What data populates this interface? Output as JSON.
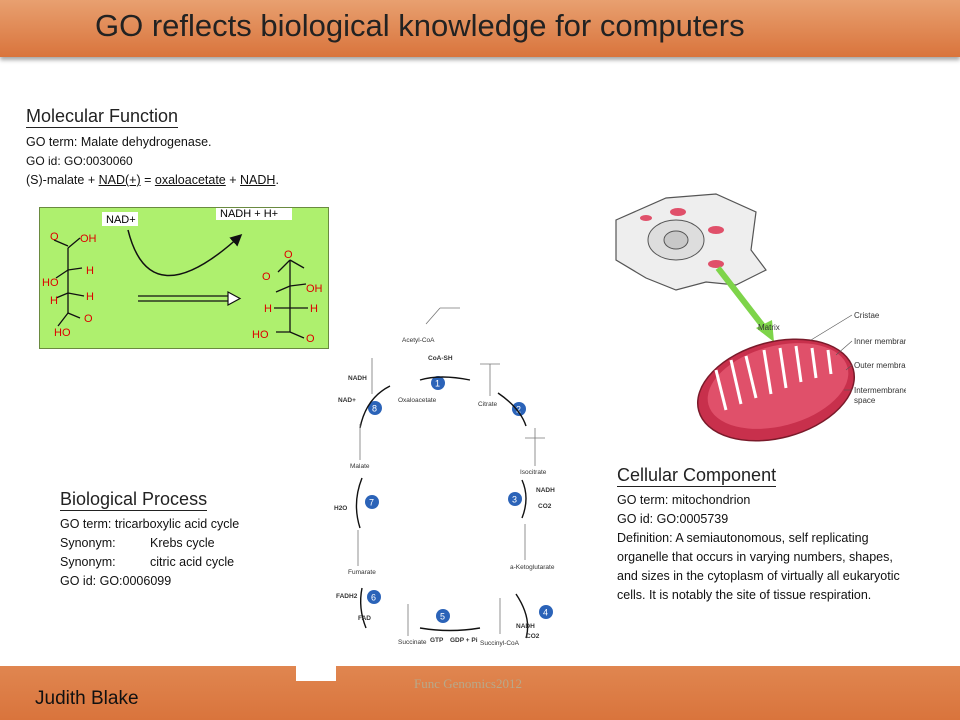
{
  "slide": {
    "title": "GO reflects biological knowledge for computers",
    "author": "Judith Blake",
    "footer_center": "Func Genomics2012"
  },
  "molecular_function": {
    "heading": "Molecular Function",
    "term": "GO term: Malate dehydrogenase.",
    "id": "GO id: GO:0030060",
    "reaction_prefix": "(S)-malate + ",
    "reaction_nad": "NAD(+)",
    "reaction_eq": " = ",
    "reaction_oxalo": "oxaloacetate",
    "reaction_plus": " + ",
    "reaction_nadh": "NADH",
    "reaction_end": ".",
    "diagram": {
      "nad_plus": "NAD+",
      "nadh_h": "NADH + H+",
      "left_labels": [
        "O",
        "OH",
        "HO",
        "H",
        "H",
        "H",
        "HO",
        "O"
      ],
      "right_labels": [
        "O",
        "O",
        "OH",
        "H",
        "H",
        "HO",
        "O"
      ]
    }
  },
  "biological_process": {
    "heading": "Biological Process",
    "term": "GO term: tricarboxylic acid cycle",
    "syn1_label": "Synonym:",
    "syn1_value": "Krebs cycle",
    "syn2_label": "Synonym:",
    "syn2_value": "citric acid cycle",
    "id": "GO id:  GO:0006099"
  },
  "cellular_component": {
    "heading": "Cellular Component",
    "term": "GO term: mitochondrion",
    "id": "GO id: GO:0005739",
    "def1": "Definition: A semiautonomous, self replicating",
    "def2": "organelle that occurs in varying numbers, shapes,",
    "def3": "and sizes in the cytoplasm of virtually all eukaryotic",
    "def4": "cells. It is notably the site of tissue respiration.",
    "labels": {
      "matrix": "Matrix",
      "cristae": "Cristae",
      "inner": "Inner membrane",
      "outer": "Outer membrane",
      "inter1": "Intermembrane",
      "inter2": "space"
    }
  },
  "krebs_cycle": {
    "acetyl": "Acetyl-CoA",
    "coash": "CoA-SH",
    "citrate": "Citrate",
    "isocitrate": "Isocitrate",
    "akg": "a-Ketoglutarate",
    "succinylcoa": "Succinyl-CoA",
    "succinate": "Succinate",
    "fumarate": "Fumarate",
    "malate": "Malate",
    "oxaloacetate": "Oxaloacetate",
    "nadh": "NADH",
    "nadplus": "NAD+",
    "h2o": "H2O",
    "fadh2": "FADH2",
    "fad": "FAD",
    "gtp": "GTP",
    "gdp": "GDP + Pi",
    "co2": "CO2",
    "steps": [
      "1",
      "2",
      "3",
      "4",
      "5",
      "6",
      "7",
      "8"
    ]
  },
  "colors": {
    "title_bar": "#d9743c",
    "green_box": "#aef06e",
    "step_blue": "#2b63b8",
    "mito_red": "#e0506a",
    "arrow_green": "#7ed44a"
  }
}
